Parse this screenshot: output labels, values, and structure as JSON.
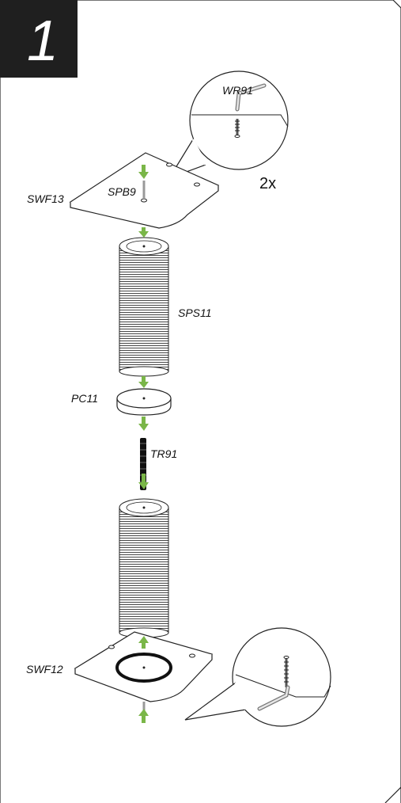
{
  "step": {
    "number": "1"
  },
  "parts": {
    "wr91": "WR91",
    "spb9": "SPB9",
    "swf13": "SWF13",
    "sps11": "SPS11",
    "pc11": "PC11",
    "tr91": "TR91",
    "swf12": "SWF12"
  },
  "quantity": "2x",
  "colors": {
    "arrow": "#7ab648",
    "ink": "#1a1a1a"
  },
  "icons": [
    "hex-key-icon",
    "screw-icon",
    "down-arrow-icon",
    "up-arrow-icon"
  ]
}
